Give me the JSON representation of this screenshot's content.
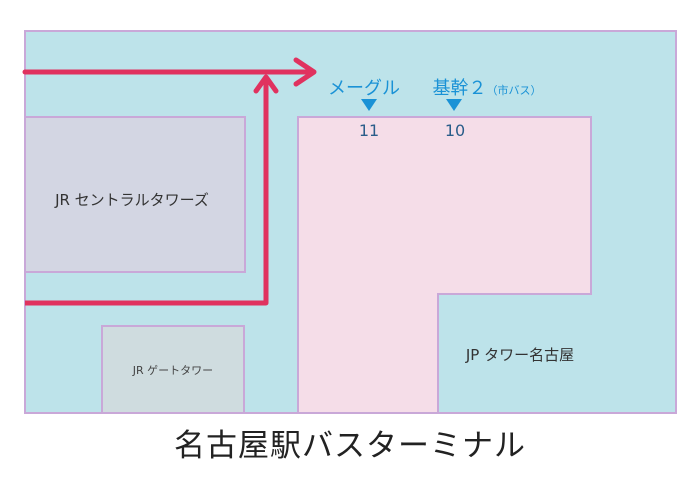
{
  "title": "名古屋駅バスターミナル",
  "buildings": {
    "central_towers": "JR セントラルタワーズ",
    "gate_tower": "JR ゲートタワー",
    "jp_tower": "JP タワー名古屋"
  },
  "bus_stops": [
    {
      "name": "メーグル",
      "number": "11"
    },
    {
      "name_main": "基幹２",
      "name_sub": "（市バス）",
      "number": "10"
    }
  ],
  "colors": {
    "ground": "#bde3ea",
    "ground_border": "#c9a8d8",
    "building": "#d3d6e3",
    "gate_tower": "#cfdcdf",
    "terminal": "#f5dde8",
    "route": "#e0325f",
    "stop_marker": "#1a92d6",
    "stop_label": "#1a92d6"
  }
}
